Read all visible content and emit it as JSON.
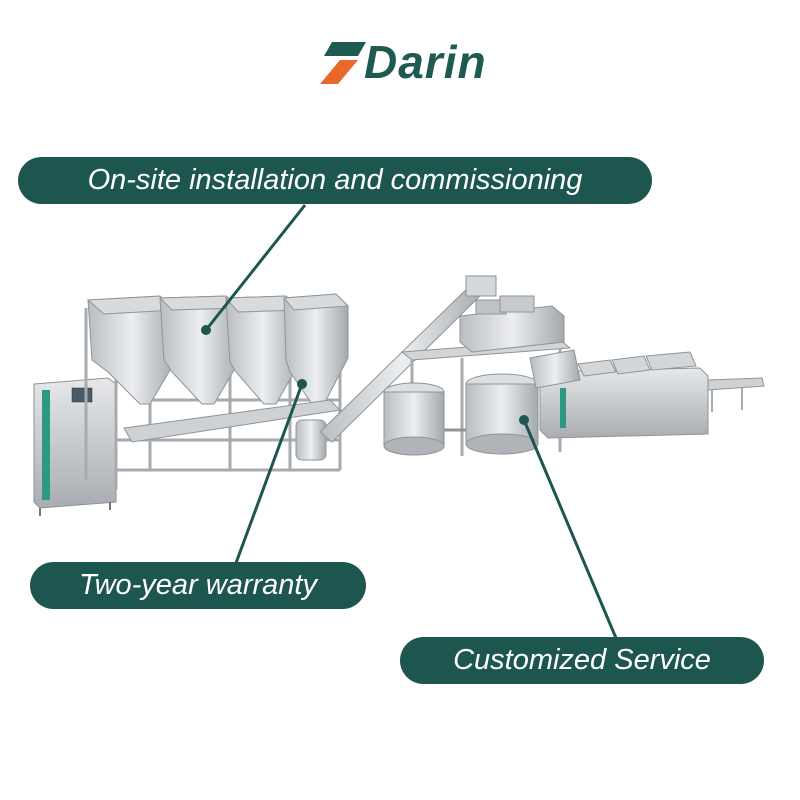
{
  "brand": {
    "logo_text": "Darin",
    "logo_colors": {
      "mark_orange": "#e8672a",
      "mark_green": "#1e5a52",
      "text": "#1e5a52"
    }
  },
  "callouts": [
    {
      "id": "onsite",
      "label": "On-site installation and commissioning"
    },
    {
      "id": "warranty",
      "label": "Two-year warranty"
    },
    {
      "id": "custom",
      "label": "Customized Service"
    }
  ],
  "colors": {
    "pill_background": "#1d564f",
    "pill_text": "#ffffff",
    "leader_line": "#1d564f",
    "steel": "#c9cccf",
    "control_accent": "#2c9a83"
  }
}
